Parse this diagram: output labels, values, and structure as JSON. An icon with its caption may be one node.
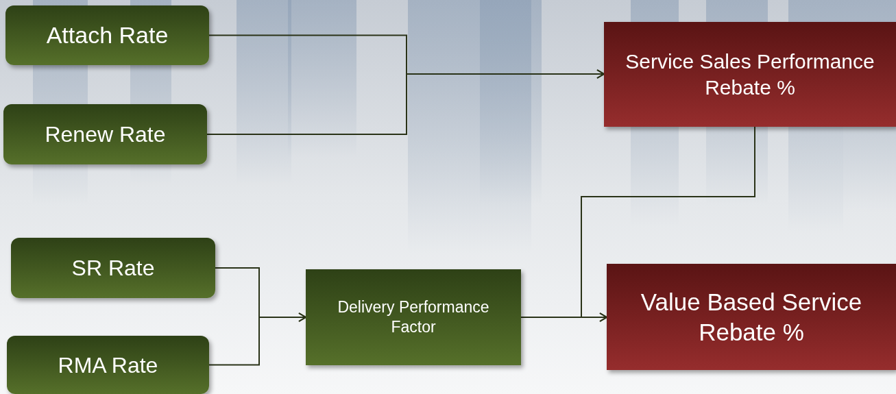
{
  "diagram": {
    "nodes": [
      {
        "text": [
          "Attach Rate"
        ]
      },
      {
        "text": [
          "Renew Rate"
        ]
      },
      {
        "text": [
          "SR Rate"
        ]
      },
      {
        "text": [
          "RMA Rate"
        ]
      },
      {
        "text": [
          "Delivery Performance Factor"
        ]
      },
      {
        "text": [
          "Service Sales Performance Rebate %"
        ]
      },
      {
        "text": [
          "Value Based Service Rebate %"
        ]
      }
    ],
    "edges": [
      {
        "from": 0,
        "to": 5,
        "arrow": "to"
      },
      {
        "from": 1,
        "to": 5,
        "arrow": "to"
      },
      {
        "from": 2,
        "to": 4,
        "arrow": "to"
      },
      {
        "from": 3,
        "to": 4,
        "arrow": "to"
      },
      {
        "from": 4,
        "to": 6,
        "arrow": "to"
      },
      {
        "from": 5,
        "to": 6,
        "arrow": "to"
      }
    ]
  }
}
